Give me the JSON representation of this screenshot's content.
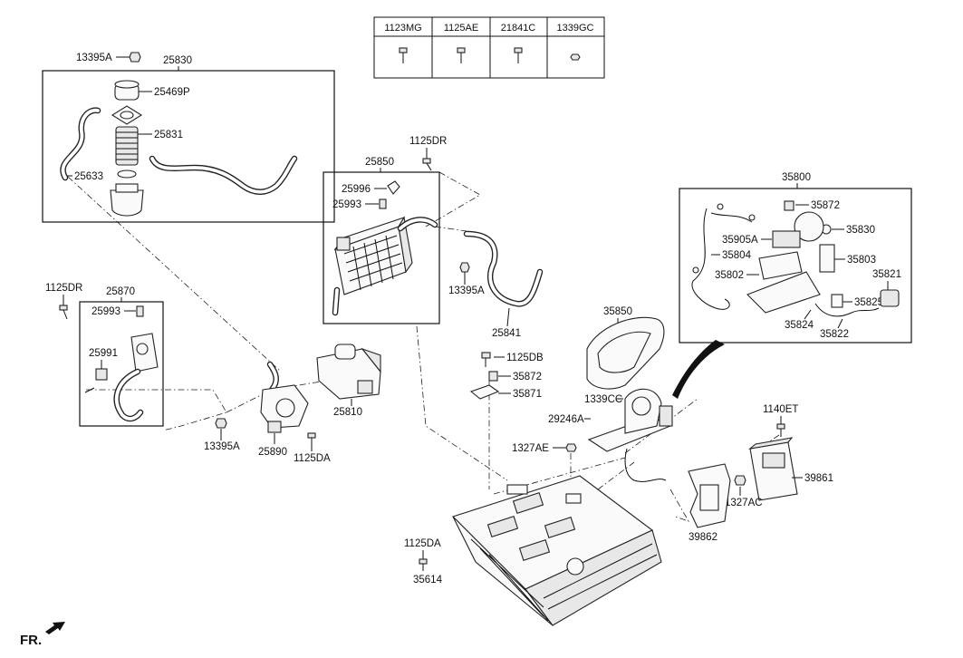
{
  "fastener_table": {
    "codes": [
      "1123MG",
      "1125AE",
      "21841C",
      "1339GC"
    ]
  },
  "labels": {
    "l13395A_top": "13395A",
    "l25830": "25830",
    "l25469P": "25469P",
    "l25831": "25831",
    "l25633": "25633",
    "l1125DR_top": "1125DR",
    "l25850": "25850",
    "l25996": "25996",
    "l25993_a": "25993",
    "l13395A_mid": "13395A",
    "l25841": "25841",
    "l35800": "35800",
    "l35872_a": "35872",
    "l35830": "35830",
    "l35905A": "35905A",
    "l35804": "35804",
    "l35803": "35803",
    "l35802": "35802",
    "l35821": "35821",
    "l35825": "35825",
    "l35824": "35824",
    "l35822": "35822",
    "l1125DR_left": "1125DR",
    "l25870": "25870",
    "l25993_b": "25993",
    "l25991": "25991",
    "l13395A_low": "13395A",
    "l25890": "25890",
    "l1125DA_a": "1125DA",
    "l25810": "25810",
    "l1125DB": "1125DB",
    "l35872_b": "35872",
    "l35871": "35871",
    "l35850": "35850",
    "l1339CC": "1339CC",
    "l29246A": "29246A",
    "l1327AE": "1327AE",
    "l1140ET": "1140ET",
    "l39861": "39861",
    "l1327AC": "1327AC",
    "l39862": "39862",
    "l1125DA_b": "1125DA",
    "l35614": "35614",
    "fr": "FR."
  }
}
